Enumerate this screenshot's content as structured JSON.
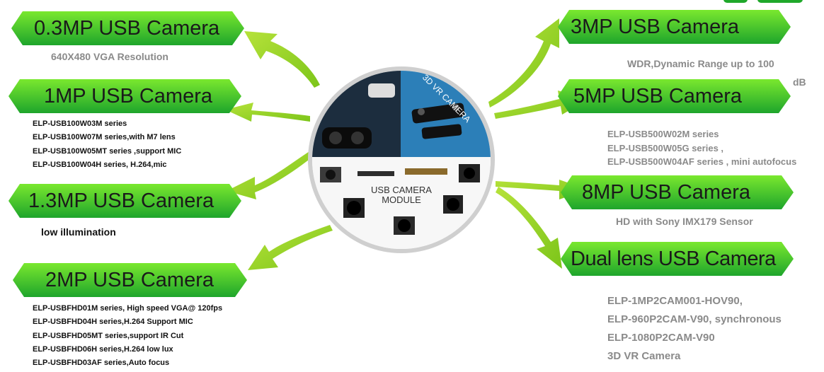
{
  "nodes": [
    {
      "id": "n03",
      "label": "0.3MP USB Camera"
    },
    {
      "id": "n1",
      "label": "1MP USB Camera"
    },
    {
      "id": "n13",
      "label": "1.3MP USB Camera"
    },
    {
      "id": "n2",
      "label": "2MP USB Camera"
    },
    {
      "id": "n3",
      "label": "3MP USB Camera"
    },
    {
      "id": "n5",
      "label": "5MP USB Camera"
    },
    {
      "id": "n8",
      "label": "8MP USB Camera"
    },
    {
      "id": "ndual",
      "label": "Dual lens USB Camera"
    }
  ],
  "notes": {
    "n03": "640X480 VGA Resolution",
    "n13": "low illumination",
    "n3_line1": "WDR,Dynamic Range up to 100",
    "n3_line2": "dB",
    "n8": "HD with Sony IMX179 Sensor"
  },
  "lists": {
    "n1": [
      "ELP-USB100W03M series",
      "ELP-USB100W07M series,with M7 lens",
      "ELP-USB100W05MT series ,support MIC",
      "ELP-USB100W04H series,  H.264,mic"
    ],
    "n2": [
      "ELP-USBFHD01M series, High speed VGA@ 120fps",
      "ELP-USBFHD04H series,H.264 Support MIC",
      "ELP-USBFHD05MT series,support IR Cut",
      "ELP-USBFHD06H series,H.264 low lux",
      "ELP-USBFHD03AF series,Auto focus"
    ],
    "n5": [
      "ELP-USB500W02M series",
      "ELP-USB500W05G series ,",
      "ELP-USB500W04AF series , mini autofocus"
    ],
    "ndual": [
      "ELP-1MP2CAM001-HOV90,",
      "ELP-960P2CAM-V90, synchronous",
      "ELP-1080P2CAM-V90",
      "3D VR Camera"
    ]
  },
  "center": {
    "vr_label": "3D VR CAMERA",
    "module_line1": "USB CAMERA",
    "module_line2": "MODULE"
  },
  "colors": {
    "green_light": "#6fe02a",
    "green_dark": "#1fa82a",
    "arrow": "#8fcc1c"
  }
}
